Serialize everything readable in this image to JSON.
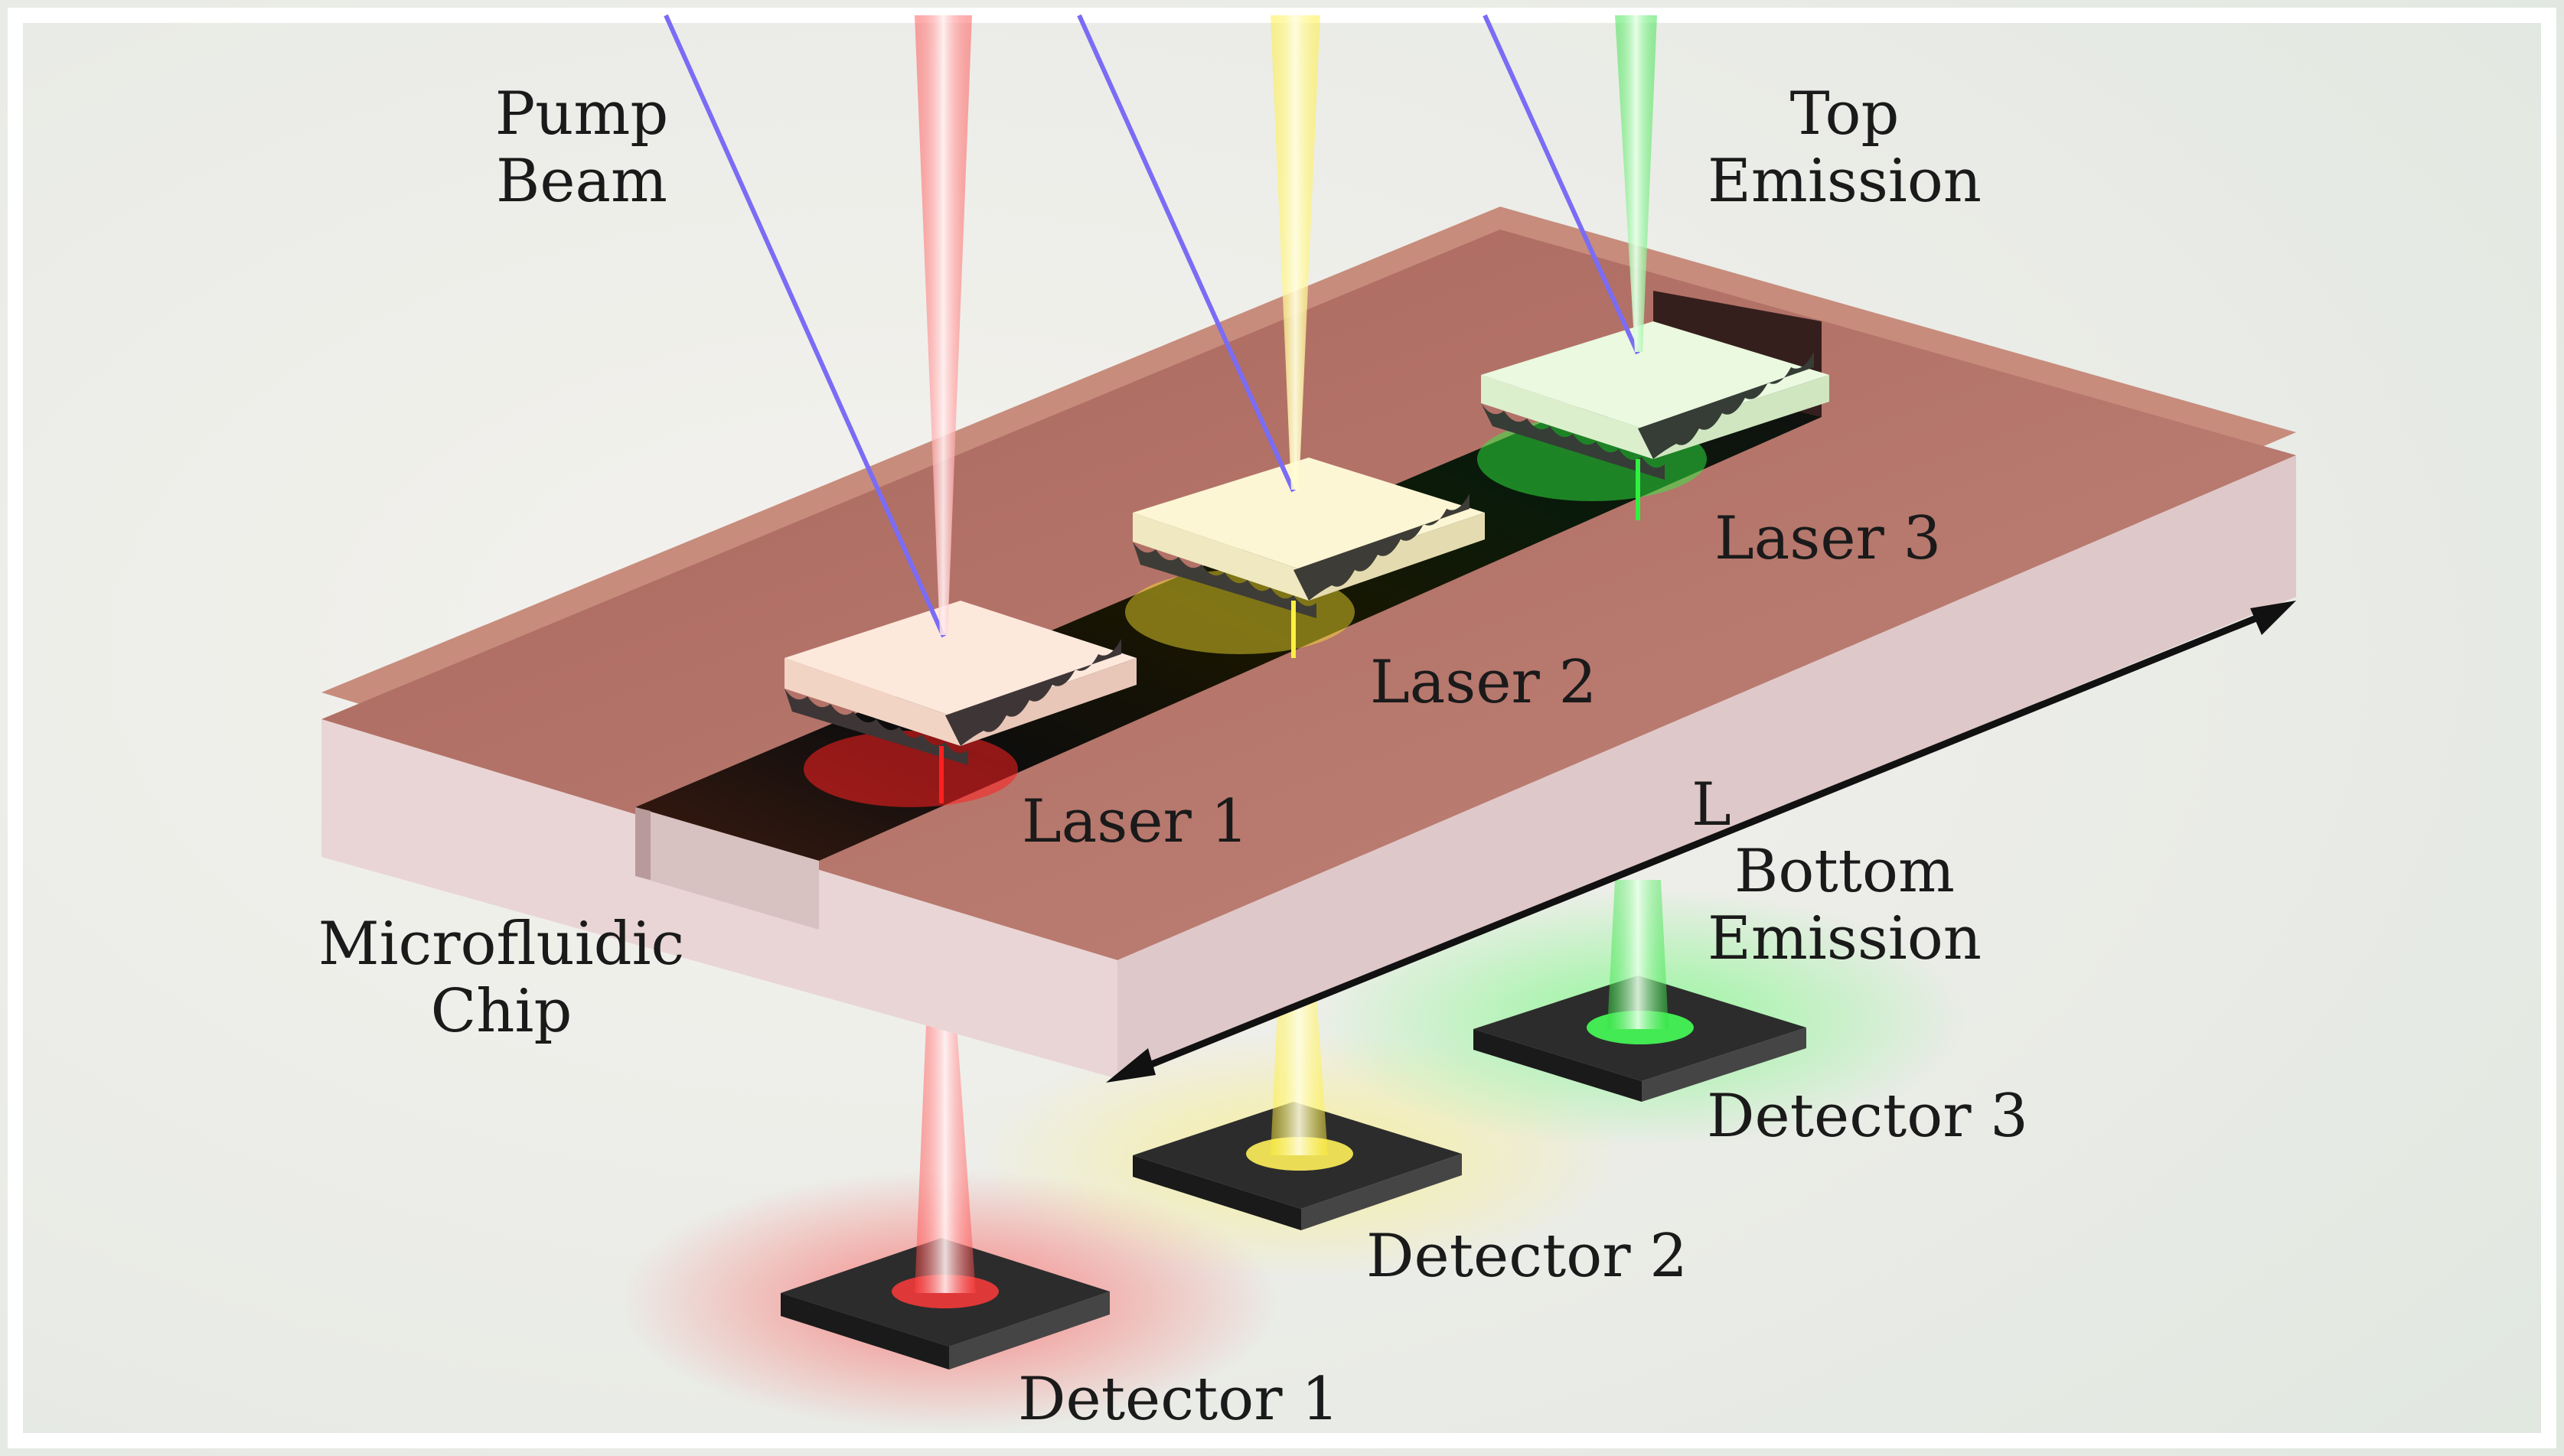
{
  "labels": {
    "pump_line1": "Pump",
    "pump_line2": "Beam",
    "top_line1": "Top",
    "top_line2": "Emission",
    "laser1": "Laser 1",
    "laser2": "Laser 2",
    "laser3": "Laser 3",
    "length": "L",
    "bottom_line1": "Bottom",
    "bottom_line2": "Emission",
    "chip_line1": "Microfluidic",
    "chip_line2": "Chip",
    "detector1": "Detector 1",
    "detector2": "Detector 2",
    "detector3": "Detector 3"
  },
  "colors": {
    "chip_top": "#b7746a",
    "chip_side": "#e8d6d6",
    "pump_beam": "#7060f0",
    "laser1_emission": "#ff2020",
    "laser2_emission": "#fff040",
    "laser3_emission": "#30f040",
    "detector": "#3a3a3a"
  }
}
